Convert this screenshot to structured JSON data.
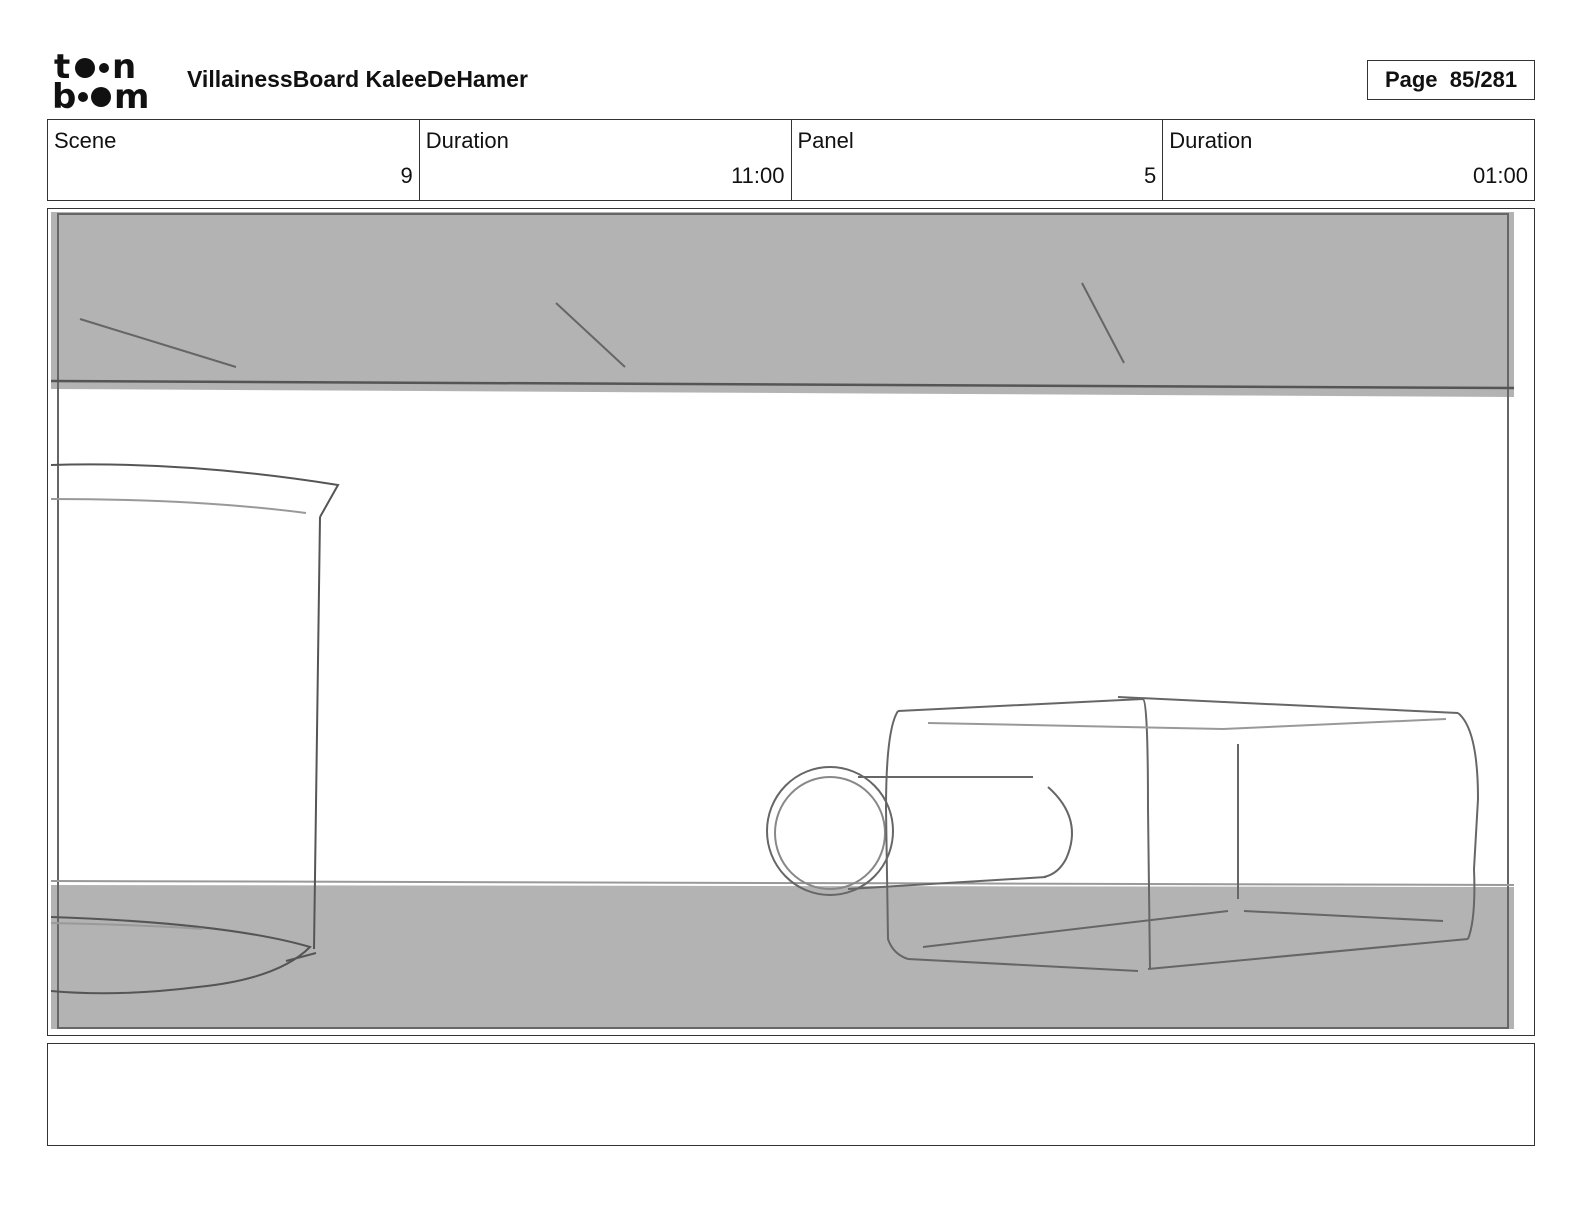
{
  "header": {
    "logo_text_top": "to●n",
    "logo_text_bottom": "b●om",
    "project_title": "VillainessBoard KaleeDeHamer",
    "page_label": "Page",
    "page_value": "85/281"
  },
  "info": {
    "scene_label": "Scene",
    "scene_value": "9",
    "scene_duration_label": "Duration",
    "scene_duration_value": "11:00",
    "panel_label": "Panel",
    "panel_value": "5",
    "panel_duration_label": "Duration",
    "panel_duration_value": "01:00"
  },
  "caption": {
    "text": ""
  },
  "colors": {
    "ink": "#111111",
    "shadow_gray": "#b3b3b3",
    "sketch_line": "#555555"
  }
}
